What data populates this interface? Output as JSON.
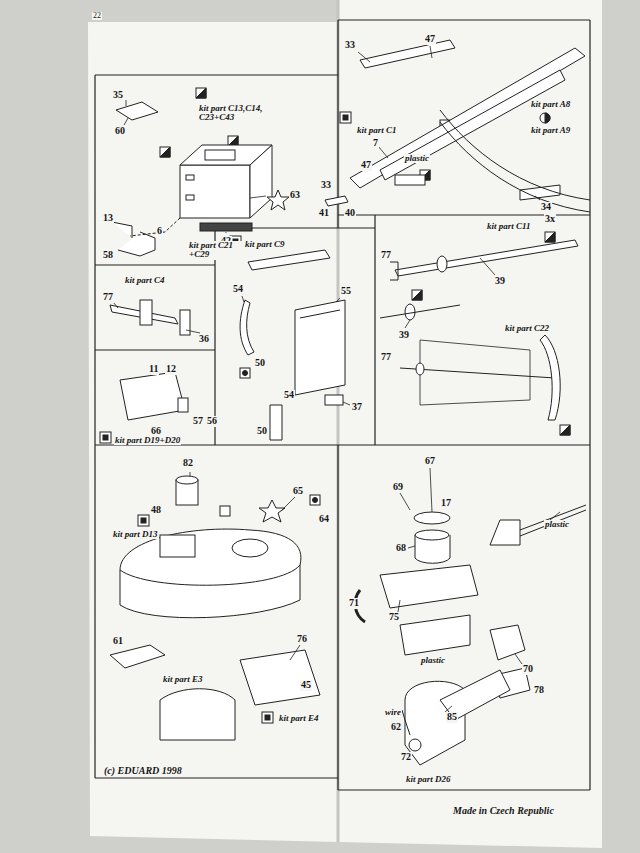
{
  "diagram": {
    "labels": [
      "22",
      "35",
      "60",
      "kit part C13,C14, C23+C43",
      "63",
      "42",
      "13",
      "6",
      "58",
      "kit part C21 +C29",
      "33",
      "47",
      "kit part C1",
      "7",
      "plastic",
      "kit part A8",
      "kit part A9",
      "33",
      "47",
      "34",
      "3x",
      "41",
      "40",
      "kit part C4",
      "77",
      "36",
      "11",
      "12",
      "57",
      "56",
      "66",
      "kit part D19+D20",
      "kit part C9",
      "54",
      "55",
      "50",
      "54",
      "37",
      "50",
      "kit part C11",
      "77",
      "39",
      "39",
      "kit part C22",
      "77",
      "82",
      "48",
      "kit part D13",
      "65",
      "64",
      "61",
      "76",
      "45",
      "kit part E4",
      "kit part E3",
      "69",
      "67",
      "17",
      "plastic",
      "68",
      "75",
      "71",
      "plastic",
      "70",
      "78",
      "wire",
      "62",
      "85",
      "72",
      "kit part D26",
      "(c) EDUARD 1998",
      "Made in Czech Republic"
    ]
  }
}
